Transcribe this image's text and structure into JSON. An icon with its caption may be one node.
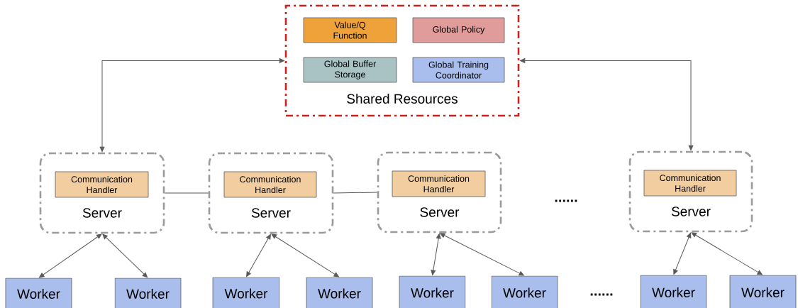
{
  "diagram": {
    "nodes": [
      {
        "text": [
          "Shared Resources"
        ]
      },
      {
        "text": [
          "Value/Q Function"
        ],
        "in": 0
      },
      {
        "text": [
          "Global Policy"
        ],
        "in": 0
      },
      {
        "text": [
          "Global Buffer Storage"
        ],
        "in": 0
      },
      {
        "text": [
          "Global Training Coordinator"
        ],
        "in": 0
      },
      {
        "text": [
          "Server"
        ]
      },
      {
        "text": [
          "Communication Handler"
        ],
        "in": 5
      },
      {
        "text": [
          "Server"
        ]
      },
      {
        "text": [
          "Communication Handler"
        ],
        "in": 7
      },
      {
        "text": [
          "Server"
        ]
      },
      {
        "text": [
          "Communication Handler"
        ],
        "in": 9
      },
      {
        "text": [
          "Server"
        ]
      },
      {
        "text": [
          "Communication Handler"
        ],
        "in": 11
      },
      {
        "text": [
          "Worker"
        ]
      },
      {
        "text": [
          "Worker"
        ]
      },
      {
        "text": [
          "Worker"
        ]
      },
      {
        "text": [
          "Worker"
        ]
      },
      {
        "text": [
          "Worker"
        ]
      },
      {
        "text": [
          "Worker"
        ]
      },
      {
        "text": [
          "Worker"
        ]
      },
      {
        "text": [
          "Worker"
        ]
      }
    ],
    "edges": [
      {
        "from": 5,
        "to": 0,
        "arrow": "both"
      },
      {
        "from": 11,
        "to": 0,
        "arrow": "both"
      },
      {
        "from": 5,
        "to": 7,
        "arrow": "none"
      },
      {
        "from": 7,
        "to": 9,
        "arrow": "none"
      },
      {
        "from": 5,
        "to": 13,
        "arrow": "both"
      },
      {
        "from": 5,
        "to": 14,
        "arrow": "both"
      },
      {
        "from": 7,
        "to": 15,
        "arrow": "both"
      },
      {
        "from": 7,
        "to": 16,
        "arrow": "both"
      },
      {
        "from": 9,
        "to": 17,
        "arrow": "both"
      },
      {
        "from": 9,
        "to": 18,
        "arrow": "both"
      },
      {
        "from": 11,
        "to": 19,
        "arrow": "both"
      },
      {
        "from": 11,
        "to": 20,
        "arrow": "both"
      }
    ],
    "labels": [
      "......",
      "......"
    ]
  }
}
